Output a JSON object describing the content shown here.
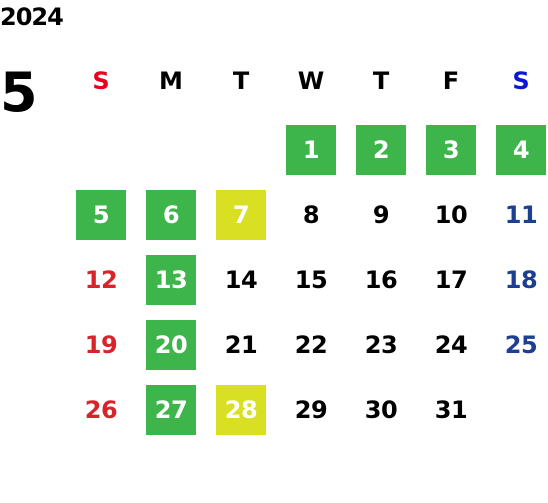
{
  "calendar": {
    "year": "2024",
    "month": "5",
    "colors": {
      "sunday": "#e8001c",
      "sunday_date": "#d9232b",
      "saturday": "#0a18d6",
      "saturday_date": "#1d3f91",
      "weekday": "#000000",
      "highlight_green": "#3db54a",
      "highlight_yellow": "#d9df22",
      "highlight_text": "#ffffff"
    },
    "weekdays": [
      {
        "label": "S",
        "kind": "sunday"
      },
      {
        "label": "M",
        "kind": "weekday"
      },
      {
        "label": "T",
        "kind": "weekday"
      },
      {
        "label": "W",
        "kind": "weekday"
      },
      {
        "label": "T",
        "kind": "weekday"
      },
      {
        "label": "F",
        "kind": "weekday"
      },
      {
        "label": "S",
        "kind": "saturday"
      }
    ],
    "weeks": [
      [
        null,
        null,
        null,
        {
          "day": "1",
          "highlight": "green"
        },
        {
          "day": "2",
          "highlight": "green"
        },
        {
          "day": "3",
          "highlight": "green"
        },
        {
          "day": "4",
          "highlight": "green"
        }
      ],
      [
        {
          "day": "5",
          "highlight": "green"
        },
        {
          "day": "6",
          "highlight": "green"
        },
        {
          "day": "7",
          "highlight": "yellow"
        },
        {
          "day": "8"
        },
        {
          "day": "9"
        },
        {
          "day": "10"
        },
        {
          "day": "11"
        }
      ],
      [
        {
          "day": "12"
        },
        {
          "day": "13",
          "highlight": "green"
        },
        {
          "day": "14"
        },
        {
          "day": "15"
        },
        {
          "day": "16"
        },
        {
          "day": "17"
        },
        {
          "day": "18"
        }
      ],
      [
        {
          "day": "19"
        },
        {
          "day": "20",
          "highlight": "green"
        },
        {
          "day": "21"
        },
        {
          "day": "22"
        },
        {
          "day": "23"
        },
        {
          "day": "24"
        },
        {
          "day": "25"
        }
      ],
      [
        {
          "day": "26"
        },
        {
          "day": "27",
          "highlight": "green"
        },
        {
          "day": "28",
          "highlight": "yellow"
        },
        {
          "day": "29"
        },
        {
          "day": "30"
        },
        {
          "day": "31"
        },
        null
      ]
    ]
  }
}
